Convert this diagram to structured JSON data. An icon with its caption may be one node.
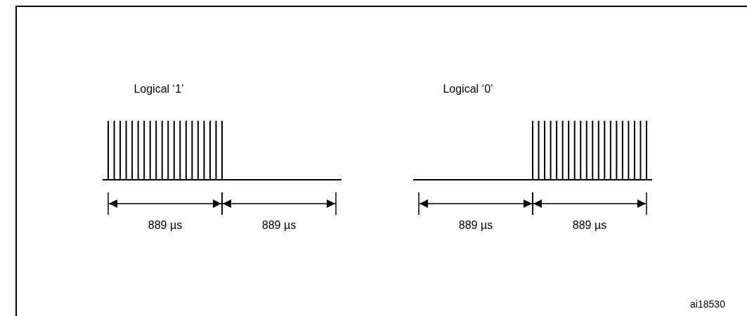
{
  "diagram": {
    "labels": [
      "Logical ‘1’",
      "Logical ‘0’",
      "889 µs",
      "889 µs",
      "889 µs",
      "889 µs",
      "ai18530"
    ]
  }
}
